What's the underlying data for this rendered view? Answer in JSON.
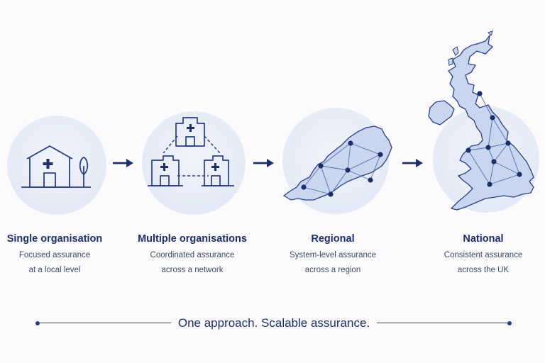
{
  "stages": [
    {
      "title": "Single organisation",
      "line1": "Focused assurance",
      "line2": "at a local level"
    },
    {
      "title": "Multiple organisations",
      "line1": "Coordinated assurance",
      "line2": "across a network"
    },
    {
      "title": "Regional",
      "line1": "System-level assurance",
      "line2": "across a region"
    },
    {
      "title": "National",
      "line1": "Consistent assurance",
      "line2": "across the UK"
    }
  ],
  "tagline": "One approach. Scalable assurance.",
  "colors": {
    "navy": "#1d2f6b",
    "line": "#2a3f86",
    "circle": "#e4eaf7",
    "map_fill": "#c9d6f0"
  }
}
